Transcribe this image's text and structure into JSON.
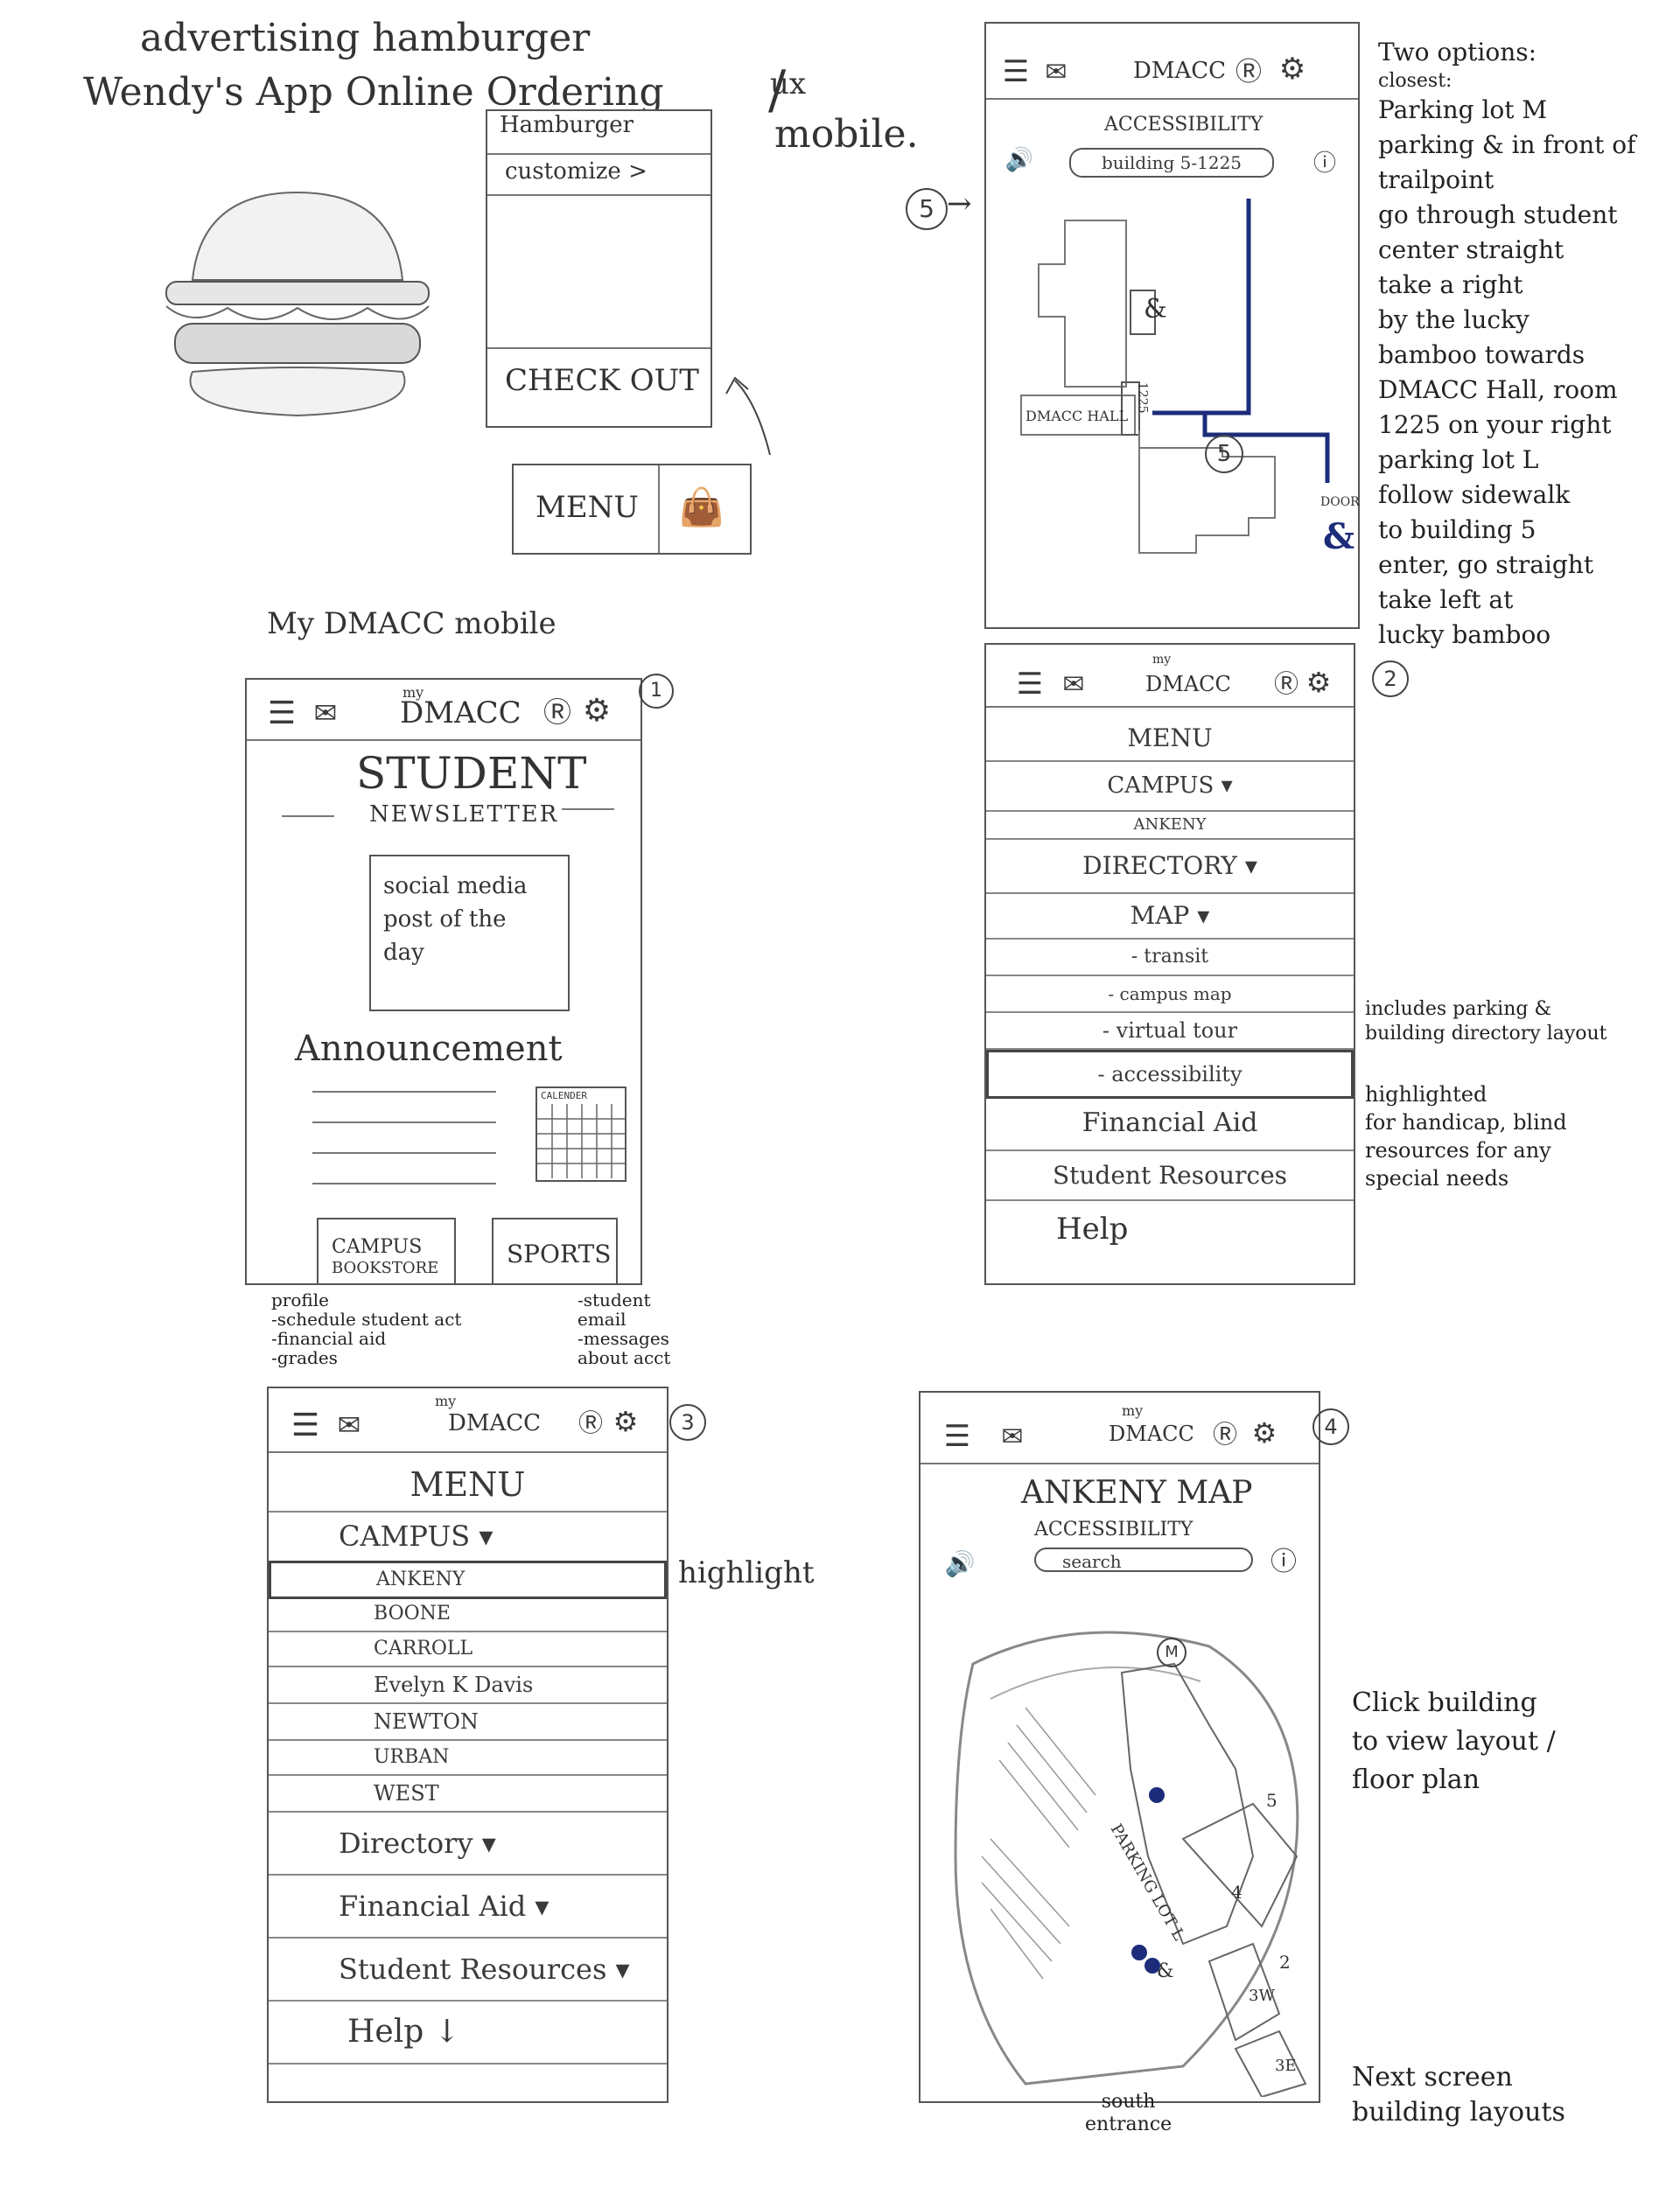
{
  "header": {
    "line1": "advertising hamburger",
    "line2": "Wendy's App  Online Ordering",
    "slash_ux": "ux",
    "mobile": "mobile."
  },
  "wendys": {
    "title": "Hamburger",
    "customize": "customize >",
    "checkout": "CHECK OUT",
    "menu": "MENU"
  },
  "app": {
    "brand_small": "my",
    "brand": "DMACC",
    "section_label": "My DMACC mobile"
  },
  "screen1": {
    "number": "1",
    "title": "STUDENT",
    "subtitle": "NEWSLETTER",
    "social_box": [
      "social media",
      "post of the",
      "day"
    ],
    "announcement": "Announcement",
    "calendar": "CALENDER",
    "btn_campus": [
      "CAMPUS",
      "BOOKSTORE"
    ],
    "btn_sports": "SPORTS",
    "notes_left": [
      "profile",
      "-schedule  student act",
      "-financial aid",
      "-grades"
    ],
    "notes_right": [
      "-student",
      "email",
      "-messages",
      "about acct"
    ]
  },
  "screen2": {
    "number": "2",
    "items": [
      "MENU",
      "CAMPUS ▾",
      "ANKENY",
      "DIRECTORY ▾",
      "MAP ▾",
      "- transit",
      "- campus map",
      "- virtual tour",
      "- accessibility",
      "Financial Aid",
      "Student Resources",
      "Help"
    ],
    "note_campus_map": [
      "includes parking &",
      "building directory layout"
    ],
    "note_accessibility": [
      "highlighted",
      "for handicap, blind",
      "resources for any",
      "special needs"
    ]
  },
  "screen3": {
    "number": "3",
    "items": [
      "MENU",
      "CAMPUS ▾",
      "ANKENY",
      "BOONE",
      "CARROLL",
      "Evelyn K Davis",
      "NEWTON",
      "URBAN",
      "WEST",
      "Directory ▾",
      "Financial Aid ▾",
      "Student Resources ▾",
      "Help ↓"
    ],
    "note_highlight": "highlight"
  },
  "screen4": {
    "number": "4",
    "title": "ANKENY MAP",
    "subtitle": "ACCESSIBILITY",
    "search": "search",
    "lot_label": "PARKING LOT L",
    "lot_m": "M",
    "buildings": [
      "5",
      "4",
      "2",
      "3W",
      "3E",
      "&"
    ],
    "note_click": [
      "Click building",
      "to view layout /",
      "floor plan"
    ],
    "south": [
      "south",
      "entrance"
    ],
    "note_next": [
      "Next screen",
      "building layouts"
    ]
  },
  "screen5": {
    "number": "5",
    "subtitle": "ACCESSIBILITY",
    "search": "building 5-1225",
    "hall": "DMACC HALL",
    "room": "1225",
    "door": "DOOR",
    "building": "5",
    "notes": [
      "Two options:",
      "closest:",
      "Parking lot M",
      "parking & in front of",
      "trailpoint",
      "go through student",
      "center straight",
      "take a right",
      "by the lucky",
      "bamboo towards",
      "DMACC Hall, room",
      "1225 on your right",
      "parking lot L",
      "follow sidewalk",
      "to building 5",
      "enter, go straight",
      "take left at",
      "lucky bamboo"
    ]
  },
  "colors": {
    "route": "#1c2c7a",
    "pencil": "#555555"
  }
}
